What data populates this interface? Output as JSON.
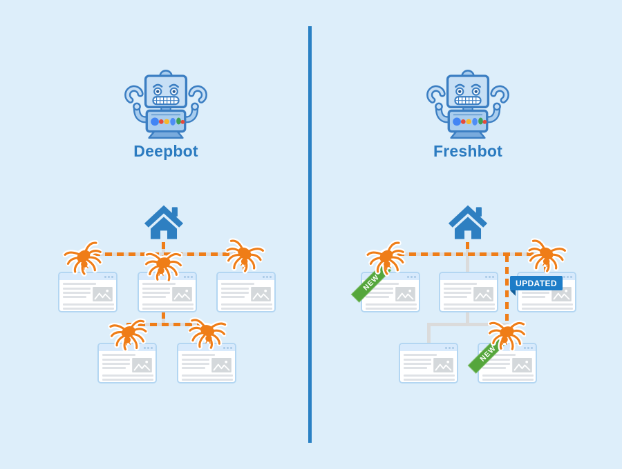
{
  "diagram": {
    "left": {
      "bot_name": "Deepbot",
      "cards": [
        {
          "id": "L1"
        },
        {
          "id": "L2"
        },
        {
          "id": "L3"
        },
        {
          "id": "L4"
        },
        {
          "id": "L5"
        }
      ]
    },
    "right": {
      "bot_name": "Freshbot",
      "cards": [
        {
          "id": "R1",
          "badge": {
            "label": "NEW",
            "style": "ribbon-new"
          }
        },
        {
          "id": "R2"
        },
        {
          "id": "R3",
          "badge": {
            "label": "UPDATED",
            "style": "tag-updated"
          }
        },
        {
          "id": "R4"
        },
        {
          "id": "R5",
          "badge": {
            "label": "NEW",
            "style": "ribbon-new"
          }
        }
      ]
    },
    "colors": {
      "background": "#ddeefa",
      "divider": "#2980c4",
      "bot_label": "#2b7bc0",
      "crawl_path_orange": "#ef7d17",
      "site_link_gray": "#dbdbdb",
      "home_icon_blue": "#2e7fc1",
      "badge_new_green": "#55a63b",
      "badge_updated_blue": "#1e7dc8",
      "robot_dot_colors": [
        "#4285f4",
        "#e64a3b",
        "#f6b82c",
        "#4f8df6",
        "#3da053",
        "#e64a3b"
      ]
    }
  }
}
